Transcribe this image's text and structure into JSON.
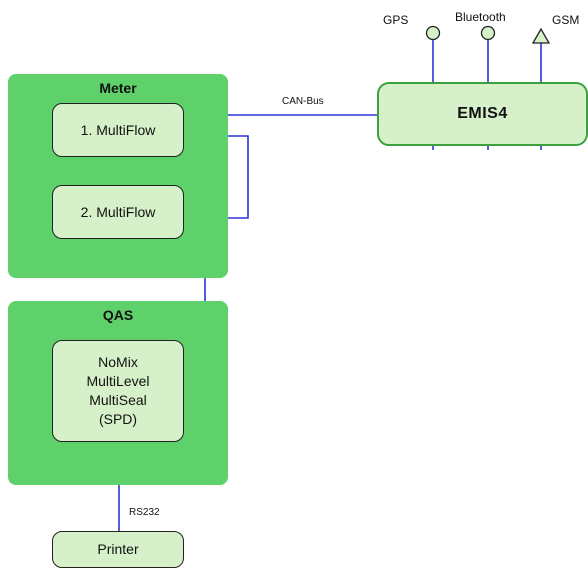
{
  "groups": {
    "meter": {
      "title": "Meter"
    },
    "qas": {
      "title": "QAS"
    }
  },
  "nodes": {
    "multiflow1": "1. MultiFlow",
    "multiflow2": "2. MultiFlow",
    "qas_device": [
      "NoMix",
      "MultiLevel",
      "MultiSeal",
      "(SPD)"
    ],
    "printer": "Printer",
    "emis": "EMIS4"
  },
  "antennas": {
    "gps": "GPS",
    "bluetooth": "Bluetooth",
    "gsm": "GSM"
  },
  "connections": {
    "can_bus": "CAN-Bus",
    "rs232": "RS232"
  },
  "colors": {
    "group_fill": "#5fd16b",
    "node_fill": "#d6f1c9",
    "wire": "#2a35d8",
    "emis_border": "#3aa040"
  }
}
